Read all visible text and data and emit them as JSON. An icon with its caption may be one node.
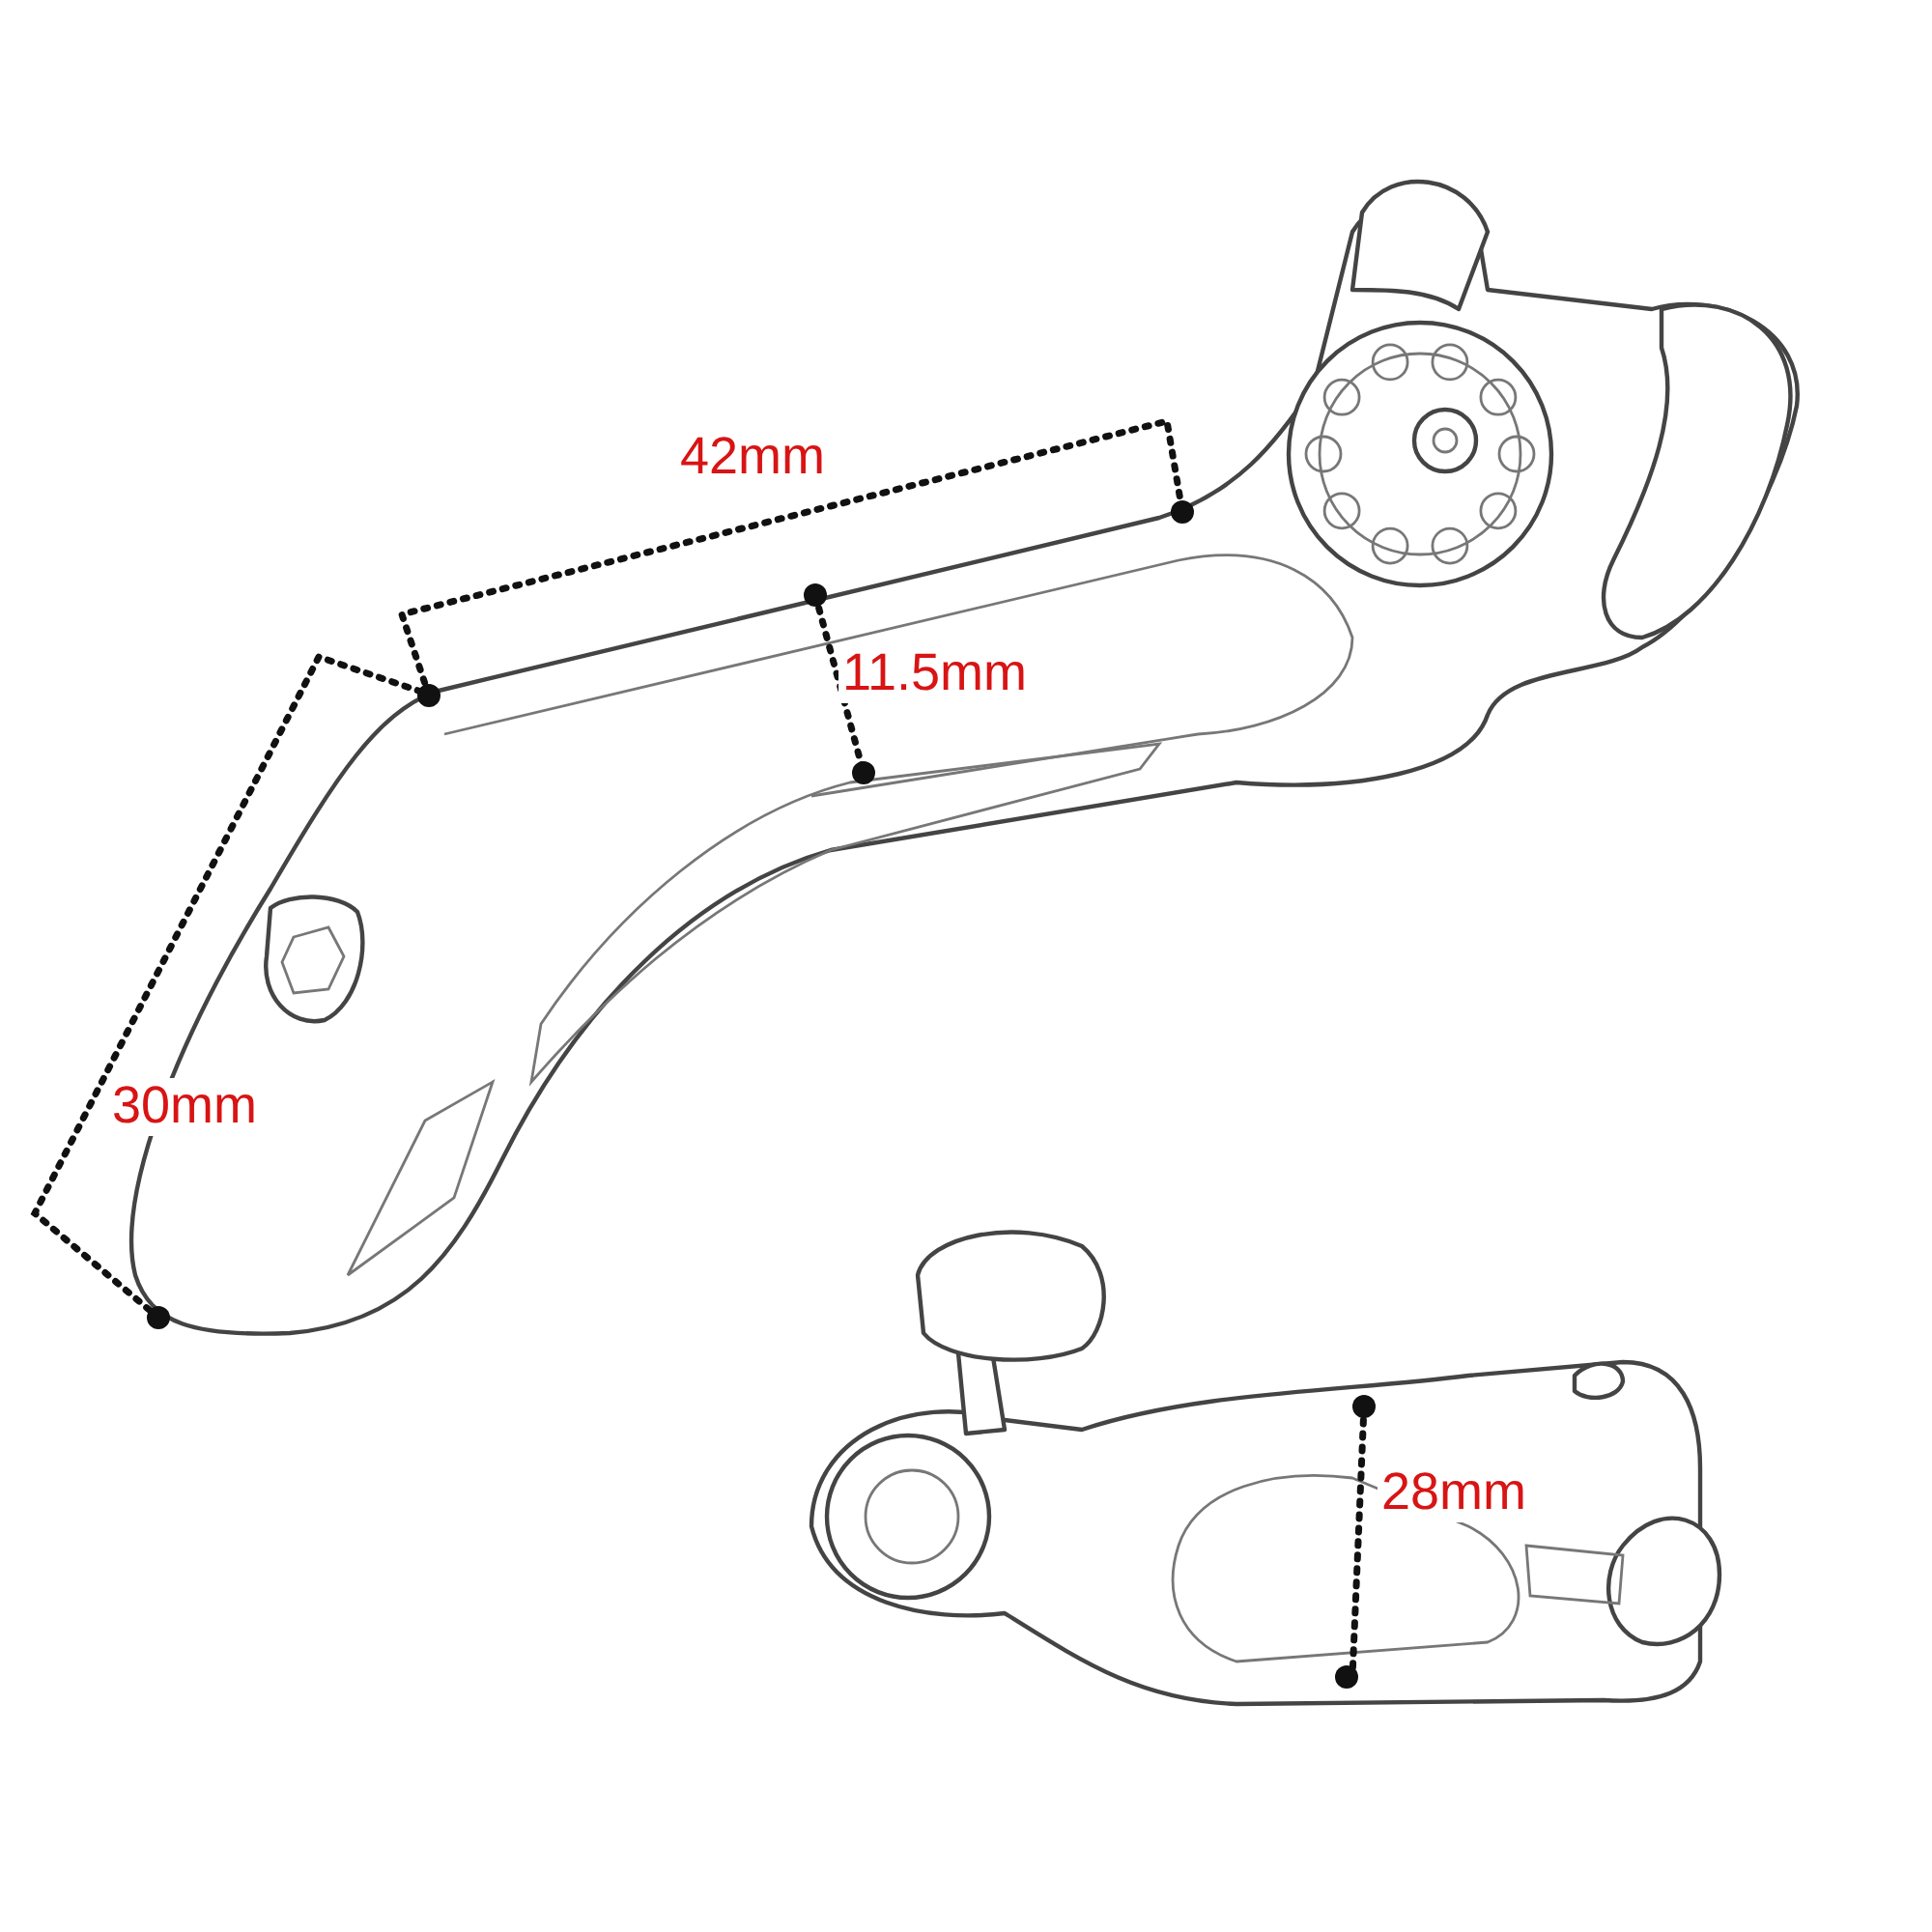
{
  "diagram": {
    "labels": [
      "42mm",
      "11.5mm",
      "30mm",
      "28mm"
    ]
  }
}
